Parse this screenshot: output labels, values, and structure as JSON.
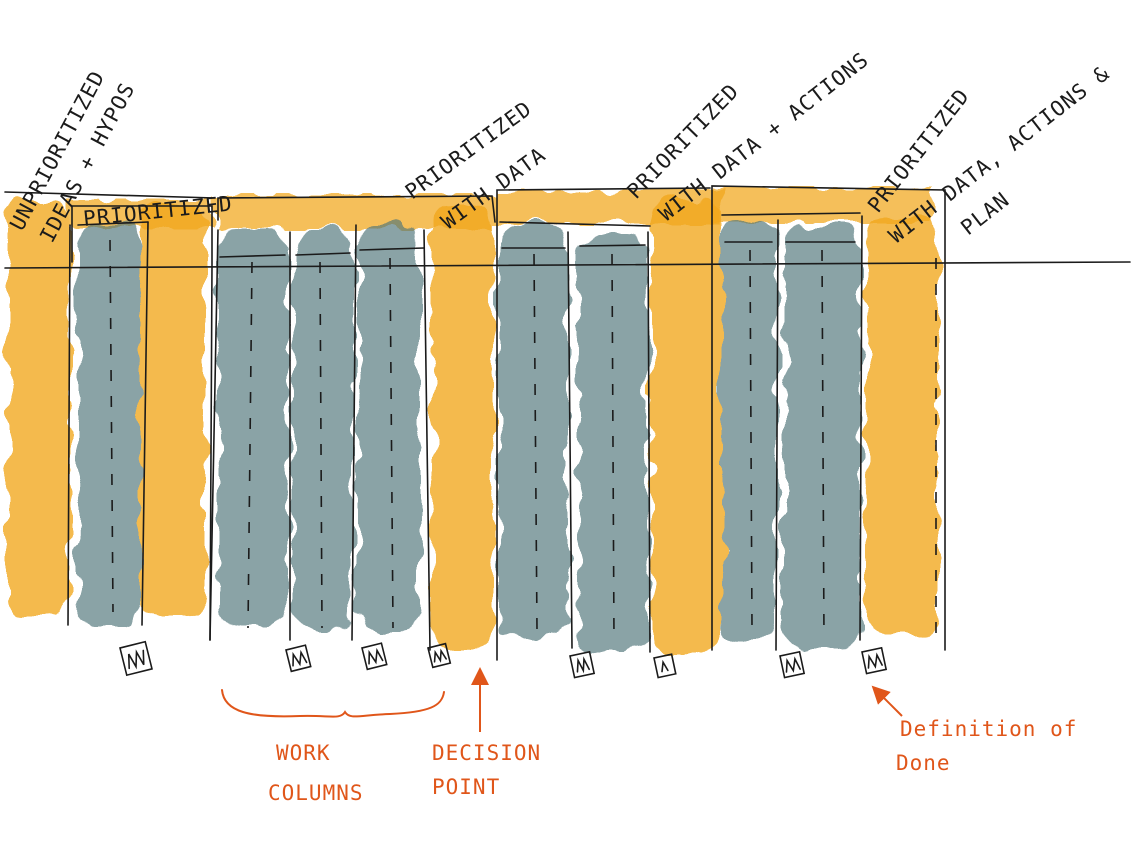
{
  "diagram": {
    "stage_labels": [
      "UNPRIORITIZED",
      "IDEAS + HYPOS",
      "PRIORITIZED",
      "PRIORITIZED",
      "WITH DATA",
      "PRIORITIZED",
      "WITH DATA + ACTIONS",
      "PRIORITIZED",
      "WITH DATA, ACTIONS &",
      "PLAN"
    ],
    "annotations": {
      "work": "WORK",
      "columns": "COLUMNS",
      "decision": "DECISION",
      "point": "POINT",
      "definition": "Definition of",
      "done": "Done"
    },
    "colors": {
      "queue_column": "#F2A71B",
      "work_column": "#4F7479",
      "ink": "#1B1B1B",
      "annotation": "#E0561A"
    }
  }
}
